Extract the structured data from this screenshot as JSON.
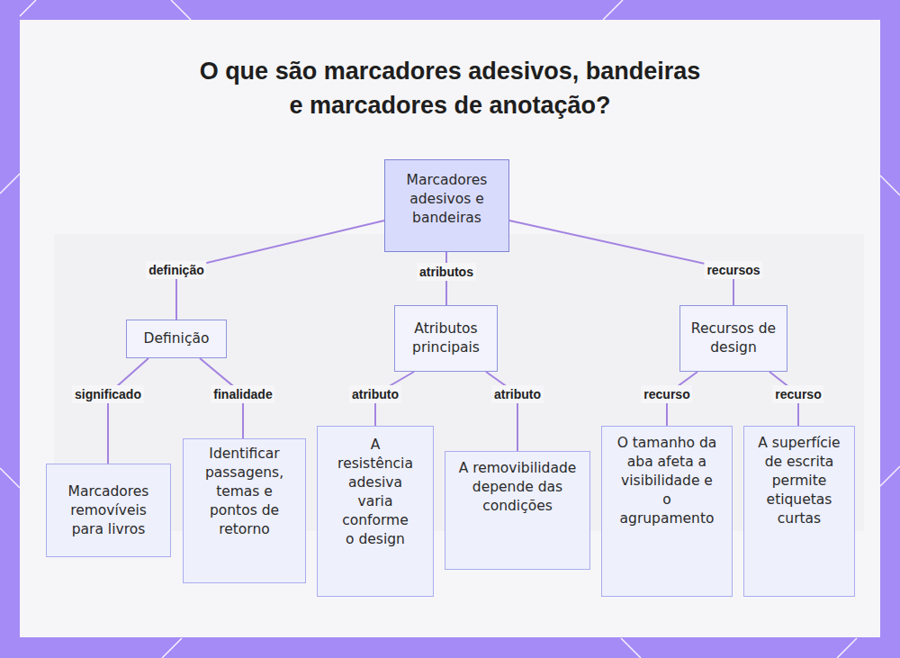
{
  "diagram": {
    "title": "O que são marcadores adesivos, bandeiras e marcadores de anotação?",
    "nodes": [
      {
        "text": [
          "Marcadores adesivos e bandeiras"
        ]
      },
      {
        "text": [
          "Definição"
        ]
      },
      {
        "text": [
          "Atributos principais"
        ]
      },
      {
        "text": [
          "Recursos de design"
        ]
      },
      {
        "text": [
          "Marcadores removíveis para livros"
        ]
      },
      {
        "text": [
          "Identificar passagens, temas e pontos de retorno"
        ]
      },
      {
        "text": [
          "A resistência adesiva varia conforme o design"
        ]
      },
      {
        "text": [
          "A removibilidade depende das condições"
        ]
      },
      {
        "text": [
          "O tamanho da aba afeta a visibilidade e o agrupamento"
        ]
      },
      {
        "text": [
          "A superfície de escrita permite etiquetas curtas"
        ]
      }
    ],
    "edges": [
      {
        "from": 0,
        "to": 1,
        "label": "definição",
        "arrow": "none"
      },
      {
        "from": 0,
        "to": 2,
        "label": "atributos",
        "arrow": "none"
      },
      {
        "from": 0,
        "to": 3,
        "label": "recursos",
        "arrow": "none"
      },
      {
        "from": 1,
        "to": 4,
        "label": "significado",
        "arrow": "none"
      },
      {
        "from": 1,
        "to": 5,
        "label": "finalidade",
        "arrow": "none"
      },
      {
        "from": 2,
        "to": 6,
        "label": "atributo",
        "arrow": "none"
      },
      {
        "from": 2,
        "to": 7,
        "label": "atributo",
        "arrow": "none"
      },
      {
        "from": 3,
        "to": 8,
        "label": "recurso",
        "arrow": "none"
      },
      {
        "from": 3,
        "to": 9,
        "label": "recurso",
        "arrow": "none"
      }
    ]
  }
}
